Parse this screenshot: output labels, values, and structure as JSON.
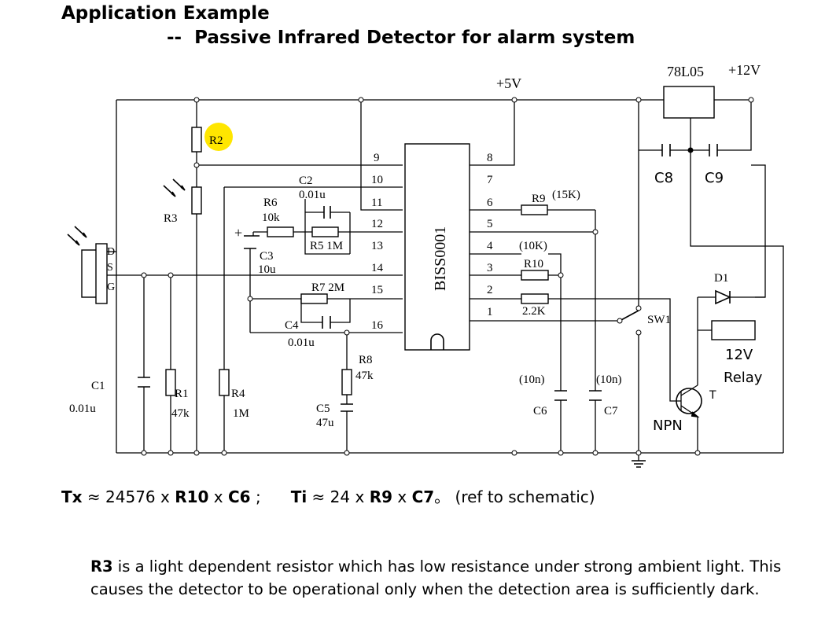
{
  "title": "Application Example",
  "subtitle": "--  Passive Infrared Detector for alarm system",
  "ic_label": "BISS0001",
  "pins_left": [
    "9",
    "10",
    "11",
    "12",
    "13",
    "14",
    "15",
    "16"
  ],
  "pins_right": [
    "8",
    "7",
    "6",
    "5",
    "4",
    "3",
    "2",
    "1"
  ],
  "labels": {
    "vcc5": "+5V",
    "reg": "78L05",
    "vcc12": "+12V",
    "c8": "C8",
    "c9": "C9",
    "r2": "R2",
    "r3": "R3",
    "c2": "C2",
    "c2_val": "0.01u",
    "r6": "R6",
    "r6_val": "10k",
    "r5": "R5 1M",
    "c3": "C3",
    "c3_val": "10u",
    "c3_plus": "+",
    "r7": "R7 2M",
    "c4": "C4",
    "c4_val": "0.01u",
    "r9": "R9",
    "r9_val": "(15K)",
    "r10_val": "(10K)",
    "r10": "R10",
    "r_2k2": "2.2K",
    "sw1": "SW1",
    "d1": "D1",
    "relay_v": "12V",
    "relay": "Relay",
    "t": "T",
    "npn": "NPN",
    "pir_d": "D",
    "pir_s": "S",
    "pir_g": "G",
    "c1": "C1",
    "c1_val": "0.01u",
    "r1": "R1",
    "r1_val": "47k",
    "r4": "R4",
    "r4_val": "1M",
    "r8": "R8",
    "r8_val": "47k",
    "c5": "C5",
    "c5_val": "47u",
    "c6_val": "(10n)",
    "c6": "C6",
    "c7_val": "(10n)",
    "c7": "C7"
  },
  "formula": {
    "tx_sym": "Tx",
    "tx_text": " ≈ 24576 x ",
    "r10": "R10",
    "x1": " x ",
    "c6": "C6",
    "sep1": " ;",
    "ti_sym": "Ti",
    "ti_text": " ≈ 24 x ",
    "r9": "R9",
    "x2": " x ",
    "c7": "C7",
    "sep2": "。 (ref to schematic)"
  },
  "note": {
    "r3": "R3",
    "text": " is a light dependent resistor which has low resistance under strong ambient light.   This causes the detector to be operational only when the detection area is sufficiently dark."
  },
  "colors": {
    "highlight": "#ffe600",
    "line": "#000000"
  }
}
